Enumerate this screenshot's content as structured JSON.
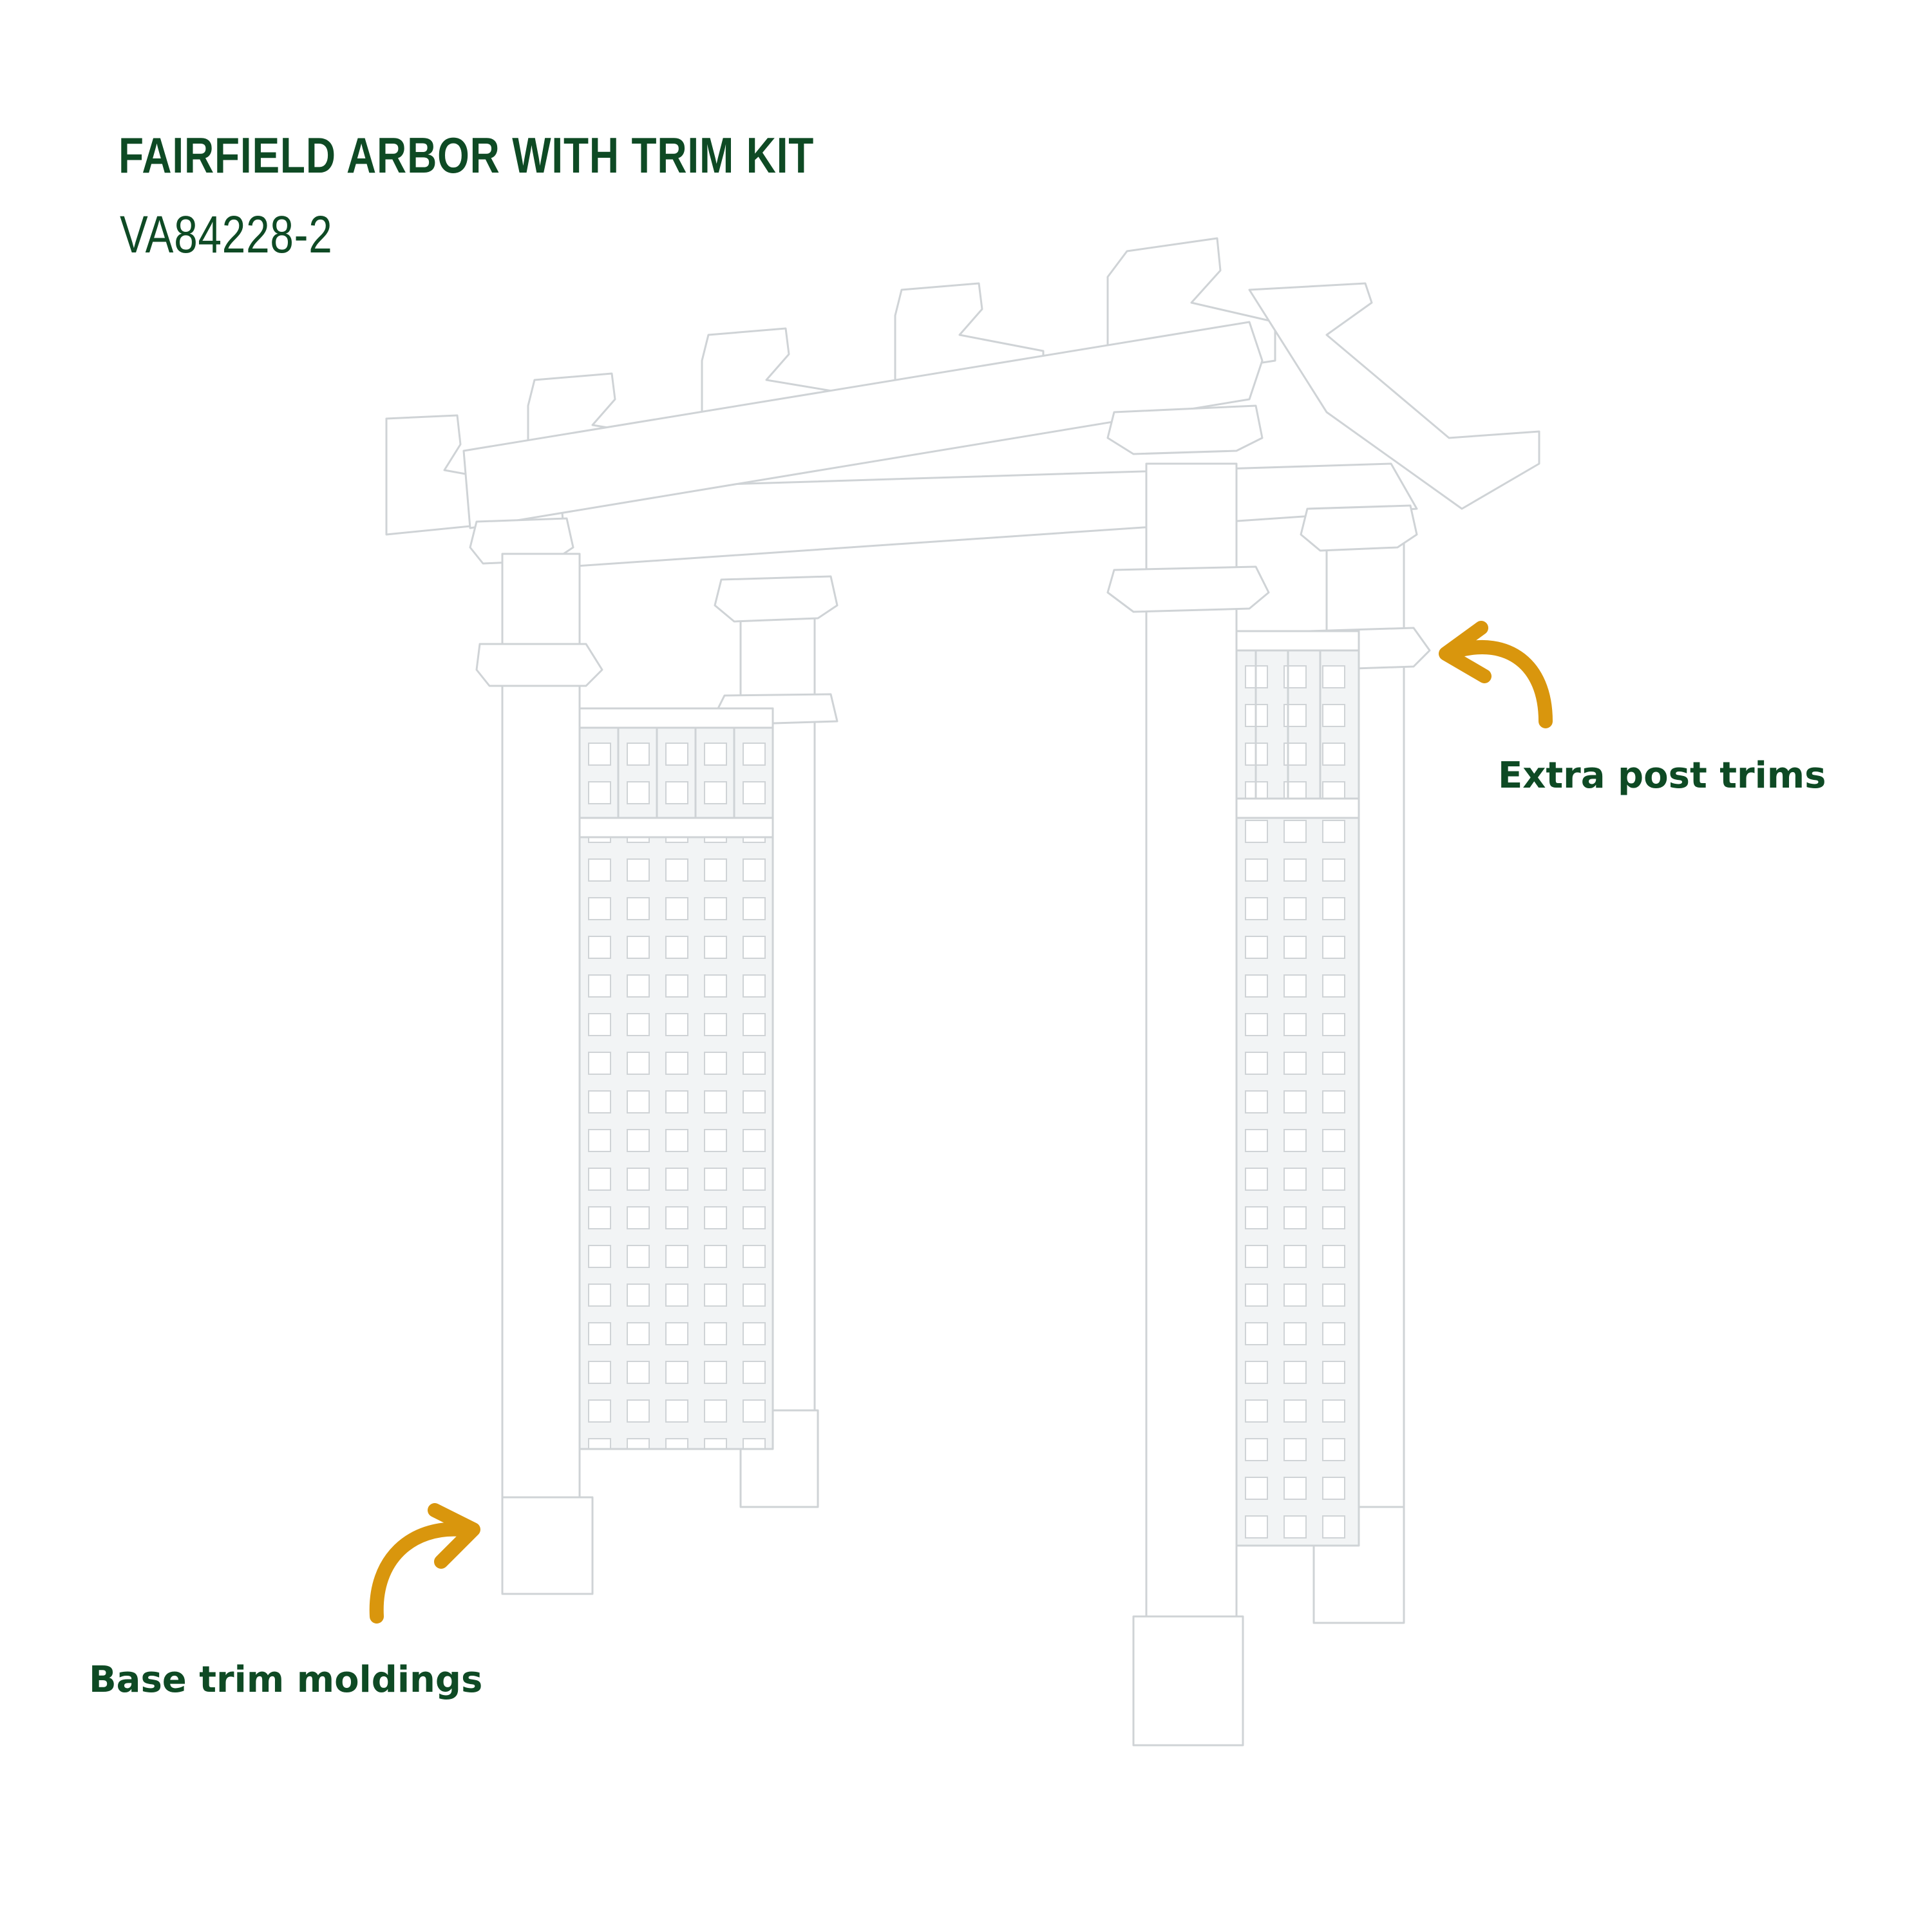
{
  "header": {
    "title": "FAIRFIELD ARBOR WITH TRIM KIT",
    "sku": "VA84228-2"
  },
  "callouts": {
    "post_trims": "Extra post trims",
    "base_trims": "Base trim moldings"
  },
  "icons": {
    "upper_arrow": "curved-arrow-icon",
    "lower_arrow": "curved-arrow-icon",
    "product": "arbor-illustration"
  },
  "colors": {
    "heading": "#0e4a24",
    "label": "#0e4a24",
    "arrow": "#d9960d",
    "product_fill": "#ffffff",
    "product_line": "#cfd3d6",
    "background": "#ffffff"
  }
}
